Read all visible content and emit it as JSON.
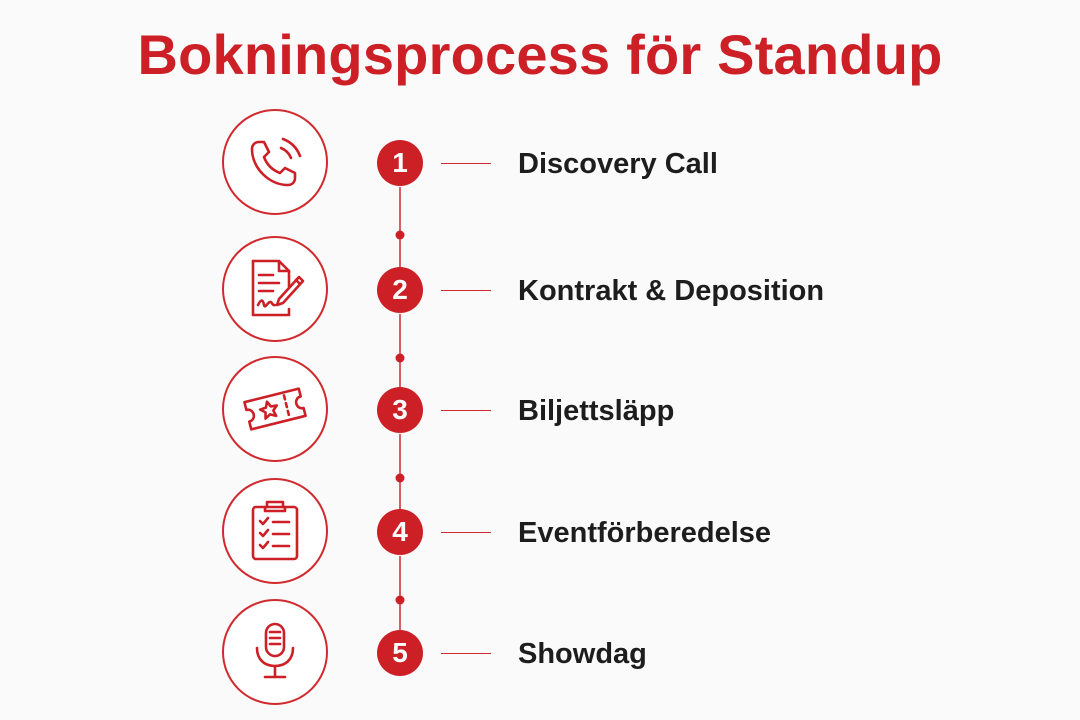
{
  "title": "Bokningsprocess för Standup",
  "accent_color": "#cc1f26",
  "steps": [
    {
      "number": "1",
      "label": "Discovery Call",
      "icon": "phone-icon"
    },
    {
      "number": "2",
      "label": "Kontrakt & Deposition",
      "icon": "contract-sign-icon"
    },
    {
      "number": "3",
      "label": "Biljettsläpp",
      "icon": "ticket-icon"
    },
    {
      "number": "4",
      "label": "Eventförberedelse",
      "icon": "checklist-icon"
    },
    {
      "number": "5",
      "label": "Showdag",
      "icon": "microphone-icon"
    }
  ]
}
